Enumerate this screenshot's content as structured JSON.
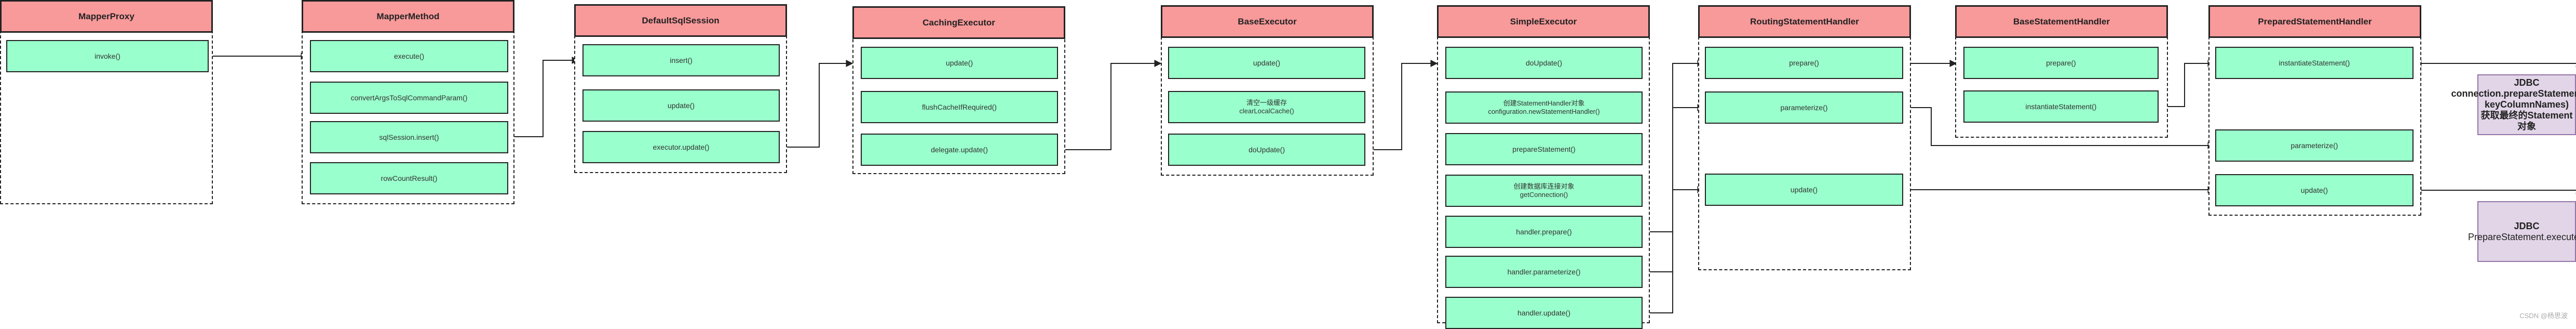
{
  "columns": {
    "mapper_proxy": {
      "title": "MapperProxy",
      "items": [
        "invoke()"
      ]
    },
    "mapper_method": {
      "title": "MapperMethod",
      "items": [
        "execute()",
        "convertArgsToSqlCommandParam()",
        "sqlSession.insert()",
        "rowCountResult()"
      ]
    },
    "default_sql_session": {
      "title": "DefaultSqlSession",
      "items": [
        "insert()",
        "update()",
        "executor.update()"
      ]
    },
    "caching_executor": {
      "title": "CachingExecutor",
      "items": [
        "update()",
        "flushCacheIfRequired()",
        "delegate.update()"
      ]
    },
    "base_executor": {
      "title": "BaseExecutor",
      "items": [
        "update()",
        [
          "清空一级缓存",
          "clearLocalCache()"
        ],
        "doUpdate()"
      ]
    },
    "simple_executor": {
      "title": "SimpleExecutor",
      "items": [
        "doUpdate()",
        [
          "创建StatementHandler对象",
          "configuration.newStatementHandler()"
        ],
        "prepareStatement()",
        [
          "创建数据库连接对象",
          "getConnection()"
        ],
        "handler.prepare()",
        "handler.parameterize()",
        "handler.update()"
      ]
    },
    "routing_statement_handler": {
      "title": "RoutingStatementHandler",
      "items": [
        "prepare()",
        "parameterize()",
        "update()"
      ]
    },
    "base_statement_handler": {
      "title": "BaseStatementHandler",
      "items": [
        "prepare()",
        "instantiateStatement()"
      ]
    },
    "prepared_statement_handler": {
      "title": "PreparedStatementHandler",
      "items": [
        "instantiateStatement()",
        "parameterize()",
        "update()"
      ]
    }
  },
  "jdbc_boxes": [
    {
      "title": "JDBC",
      "lines": [
        "connection.prepareStatement(sql,",
        "keyColumnNames)",
        "获取最终的Statement对象"
      ]
    },
    {
      "title": "JDBC",
      "lines": [
        "PrepareStatement.execute()"
      ]
    }
  ],
  "watermark": "CSDN @杨思波",
  "colors": {
    "header": "#f8999a",
    "method_box": "#99ffcc",
    "jdbc_box": "#e1d5e7",
    "jdbc_border": "#9673a6",
    "line": "#222222"
  }
}
